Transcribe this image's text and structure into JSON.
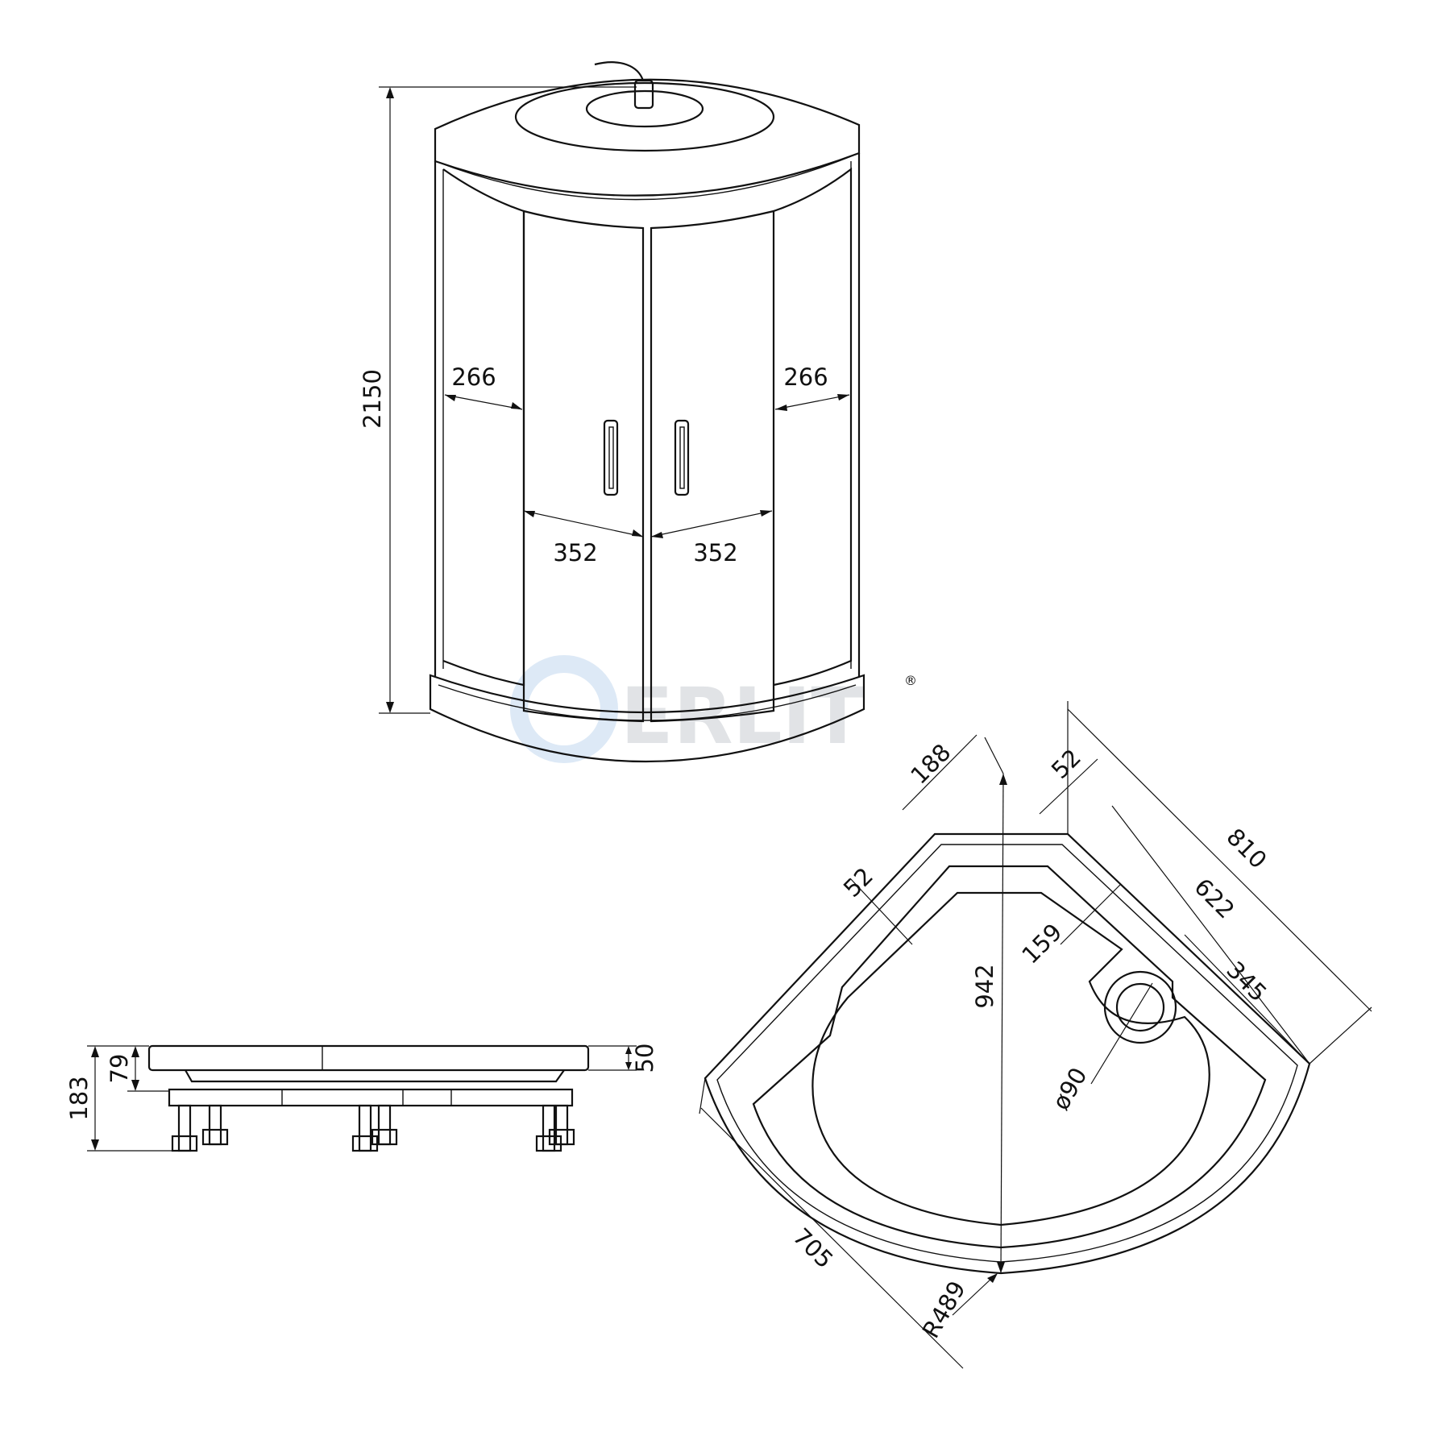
{
  "watermark": {
    "brand_letters": "ERLIT",
    "mark": "®",
    "color": "#c9cdd2",
    "accent": "#cfe0f2"
  },
  "cabin_view": {
    "height_label": "2150",
    "side_panel_width_left": "266",
    "side_panel_width_right": "266",
    "door_width_left": "352",
    "door_width_right": "352",
    "handle_icon": "door-handle-icon"
  },
  "tray_side_view": {
    "total_height": "183",
    "tray_height": "79",
    "rim_height": "50"
  },
  "tray_plan_view": {
    "corner_offset": "188",
    "rim_top": "52",
    "rim_left": "52",
    "drain_offset": "159",
    "diagonal": "942",
    "overall_width": "810",
    "inner_width": "622",
    "edge_to_drain": "345",
    "drain_diameter": "ø90",
    "side_length": "705",
    "radius": "R489"
  }
}
